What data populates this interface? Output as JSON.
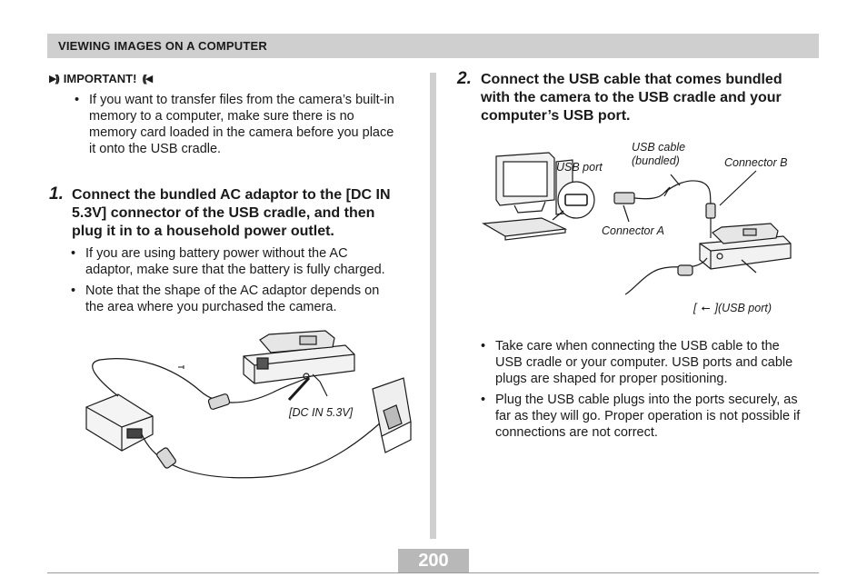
{
  "header": {
    "title": "VIEWING IMAGES ON A COMPUTER"
  },
  "important": {
    "label": "IMPORTANT!",
    "icon_left": "speaker-arrows-right-icon",
    "icon_right": "speaker-arrows-left-icon",
    "lines": [
      "If you want to transfer files from the camera’s built-in",
      "memory to a computer, make sure there is no",
      "memory card loaded in the camera before you place",
      "it onto the USB cradle."
    ]
  },
  "step1": {
    "number": "1.",
    "lines": [
      "Connect the bundled AC adaptor to the [DC IN",
      "5.3V] connector of the USB cradle, and then",
      "plug it in to a household power outlet."
    ],
    "bullets": [
      [
        "If you are using battery power without the AC",
        "adaptor, make sure that the battery is fully charged."
      ],
      [
        "Note that the shape of the AC adaptor depends on",
        "the area where you purchased the camera."
      ]
    ],
    "figure_label": "[DC IN 5.3V]"
  },
  "step2": {
    "number": "2.",
    "lines": [
      "Connect the USB cable that comes bundled",
      "with the camera to the USB cradle and your",
      "computer’s USB port."
    ],
    "figure_labels": {
      "usb_port": "USB port",
      "usb_cable_1": "USB cable",
      "usb_cable_2": "(bundled)",
      "connector_b": "Connector B",
      "connector_a": "Connector A",
      "usb_port_cradle": "](USB port)",
      "usb_port_cradle_open": "["
    },
    "bullets": [
      [
        "Take care when connecting the USB cable to the",
        "USB cradle or your computer. USB ports and cable",
        "plugs are shaped for proper positioning."
      ],
      [
        "Plug the USB cable plugs into the ports securely, as",
        "far as they will go. Proper operation is not possible if",
        "connections are not correct."
      ]
    ]
  },
  "footer": {
    "page_number": "200"
  }
}
